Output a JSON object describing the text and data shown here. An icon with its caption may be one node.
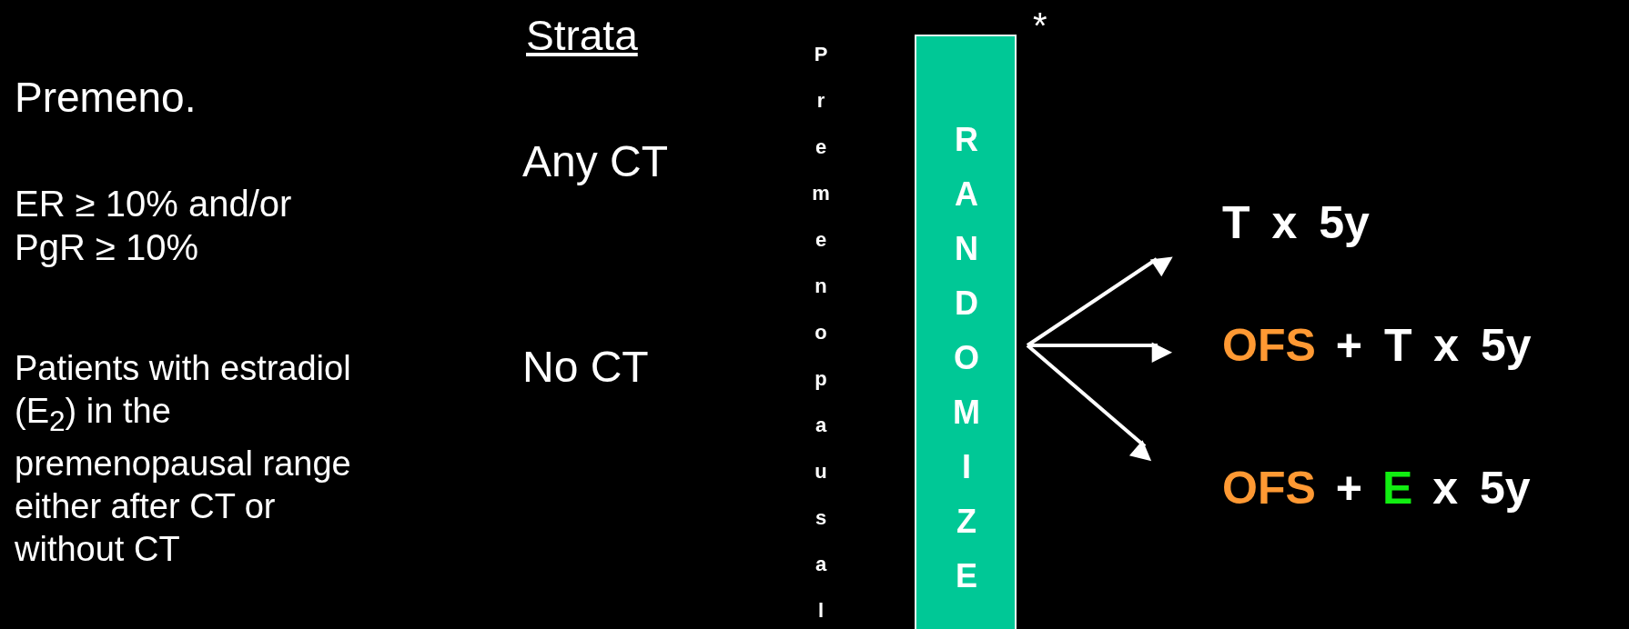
{
  "diagram": {
    "nodes": [
      {
        "text": [
          "RANDOMIZE"
        ]
      },
      {
        "text": [
          "T x 5y"
        ]
      },
      {
        "text": [
          "OFS",
          "+ T x 5y"
        ]
      },
      {
        "text": [
          "OFS",
          "+",
          "E",
          "x 5y"
        ]
      }
    ],
    "edges": [
      {
        "from": 0,
        "to": 1,
        "arrow": "to"
      },
      {
        "from": 0,
        "to": 2,
        "arrow": "to"
      },
      {
        "from": 0,
        "to": 3,
        "arrow": "to"
      }
    ],
    "labels": [
      "Premeno.",
      "ER ≥ 10% and/or PgR ≥ 10%",
      "Patients with estradiol (E$_{2}$) in the premenopausal range either after CT or without CT",
      "Strata",
      "Any CT",
      "No CT",
      "Premenopausal",
      "*"
    ]
  }
}
